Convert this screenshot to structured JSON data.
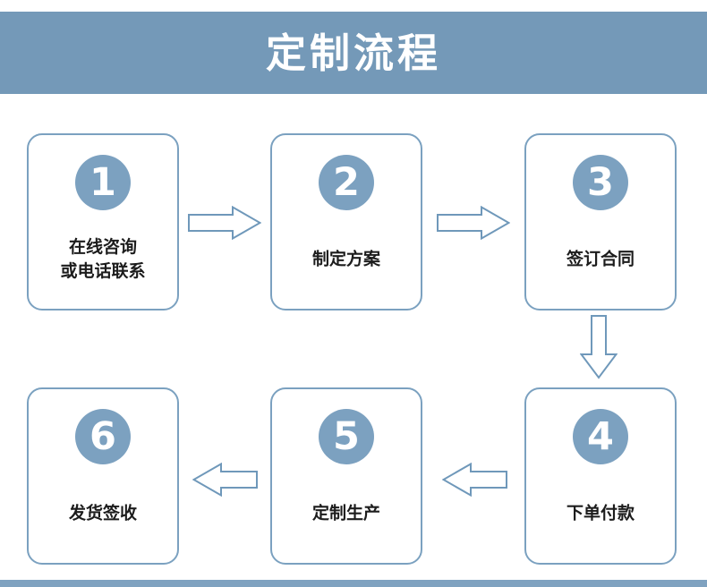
{
  "header": {
    "title": "定制流程"
  },
  "steps": [
    {
      "number": "1",
      "lines": [
        "在线咨询",
        "或电话联系"
      ]
    },
    {
      "number": "2",
      "lines": [
        "制定方案"
      ]
    },
    {
      "number": "3",
      "lines": [
        "签订合同"
      ]
    },
    {
      "number": "4",
      "lines": [
        "下单付款"
      ]
    },
    {
      "number": "5",
      "lines": [
        "定制生产"
      ]
    },
    {
      "number": "6",
      "lines": [
        "发货签收"
      ]
    }
  ],
  "flow_order": [
    "1 → 2",
    "2 → 3",
    "3 ↓ 4",
    "4 ← 5",
    "5 ← 6"
  ],
  "colors": {
    "header_band": "#7499b8",
    "circle_fill": "#7ca1c0",
    "card_border": "#7ba1c0",
    "arrow_outline": "#6f98ba",
    "label_text": "#1c1c1c",
    "title_text": "#ffffff",
    "bottom_strip": "#7fa2c0"
  }
}
